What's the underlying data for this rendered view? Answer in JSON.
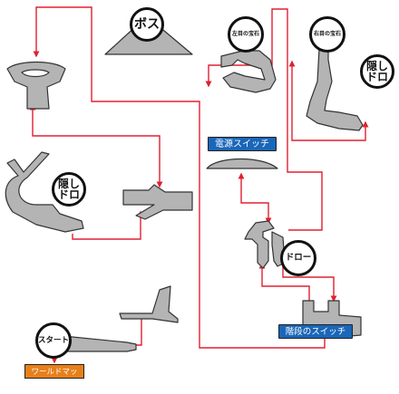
{
  "labels": {
    "boss": "ボス",
    "left_gem": "左目の宝石",
    "right_gem": "右目の宝石",
    "hidden_drop_right": "隠しドロ",
    "hidden_drop_left": "隠しドロ",
    "power_switch": "電源スイッチ",
    "drop": "ドロー",
    "stairs_switch": "階段のスイッチ",
    "start": "スタート",
    "world_map": "ワールドマップ"
  },
  "colors": {
    "route": "#e02030",
    "room_fill": "#b4b4b4",
    "room_stroke": "#333333",
    "switch_tag": "#1a66b8",
    "world_map_tag": "#e8801a"
  }
}
